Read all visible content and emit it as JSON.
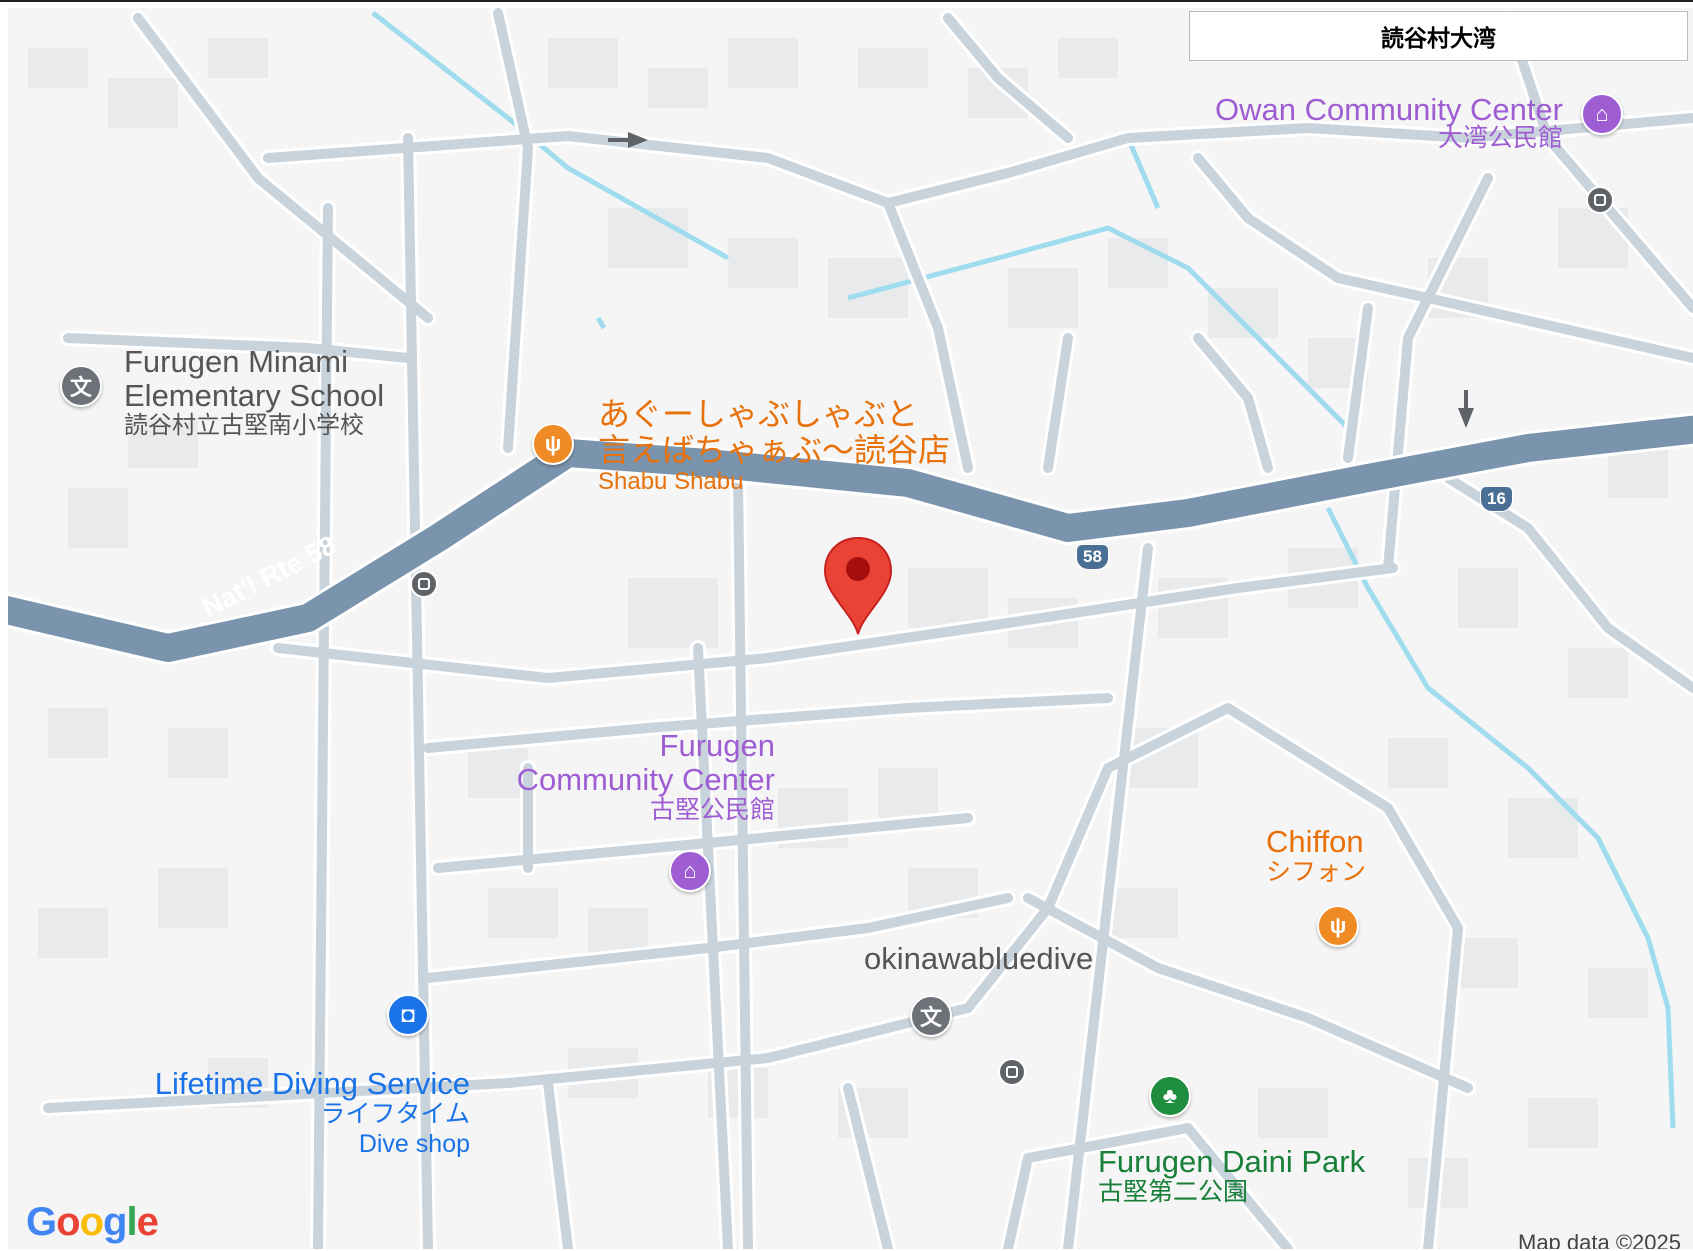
{
  "search_box": {
    "text": "読谷村大湾"
  },
  "roads": {
    "highway_58_label": "Nat'l Rte 58",
    "shield_58": "58",
    "shield_16": "16"
  },
  "pois": {
    "owan_center": {
      "name": "Owan Community Center",
      "sub": "大湾公民館"
    },
    "furugen_minami": {
      "name_line1": "Furugen Minami",
      "name_line2": "Elementary School",
      "sub": "読谷村立古堅南小学校"
    },
    "agu_shabu": {
      "name_line1": "あぐーしゃぶしゃぶと",
      "name_line2": "言えばちゃぁぶ〜読谷店",
      "sub": "Shabu Shabu"
    },
    "furugen_center": {
      "name_line1": "Furugen",
      "name_line2": "Community Center",
      "sub": "古堅公民館"
    },
    "chiffon": {
      "name": "Chiffon",
      "sub": "シフォン"
    },
    "okinawabluedive": {
      "name": "okinawabluedive"
    },
    "lifetime_diving": {
      "name": "Lifetime Diving Service",
      "sub": "ライフタイム",
      "sub2": "Dive shop"
    },
    "furugen_daini": {
      "name": "Furugen Daini Park",
      "sub": "古堅第二公園"
    }
  },
  "footer": {
    "logo": "Google",
    "credit": "Map data ©2025"
  },
  "colors": {
    "background": "#f5f5f5",
    "road": "#c7d2dc",
    "highway": "#7b94ad",
    "water": "#9fdcee",
    "civic": "#9e5dd3",
    "food": "#f08a24",
    "school": "#6d7178",
    "park": "#1e8e3e",
    "shop": "#1a73e8",
    "pin": "#ea4335"
  }
}
